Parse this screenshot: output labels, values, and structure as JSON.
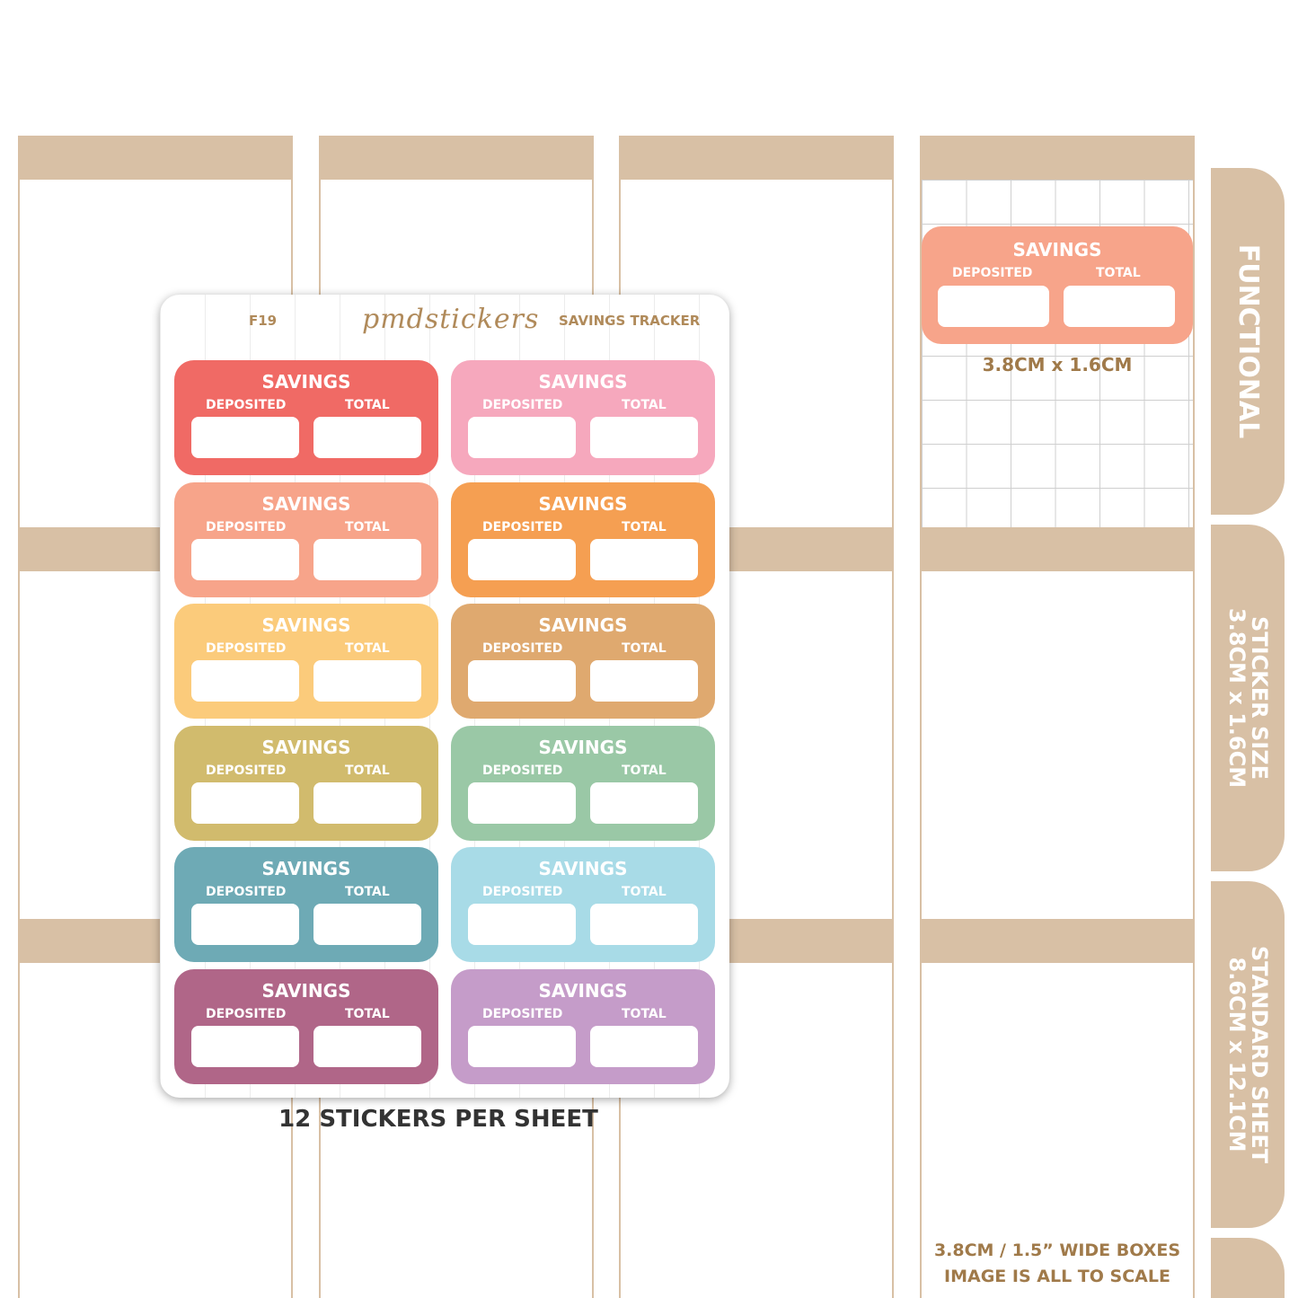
{
  "sheet": {
    "code": "F19",
    "brand": "pmdstickers",
    "title": "SAVINGS TRACKER",
    "caption": "12 STICKERS PER SHEET"
  },
  "sticker_labels": {
    "title": "SAVINGS",
    "left": "DEPOSITED",
    "right": "TOTAL"
  },
  "sticker_colors": [
    "#f06a65",
    "#f6a8bd",
    "#f7a48a",
    "#f59f52",
    "#fbcb7b",
    "#dfa96f",
    "#d1bb6d",
    "#9ac8a6",
    "#6eaab5",
    "#a8dbe7",
    "#b06688",
    "#c59cc9"
  ],
  "sample": {
    "color": "#f7a48a",
    "size": "3.8CM x 1.6CM"
  },
  "tabs": [
    {
      "text": "FUNCTIONAL"
    },
    {
      "line1": "STICKER SIZE",
      "line2": "3.8CM x 1.6CM"
    },
    {
      "line1": "STANDARD SHEET",
      "line2": "8.6CM x 12.1CM"
    }
  ],
  "footer": {
    "line1": "3.8CM / 1.5” WIDE BOXES",
    "line2": "IMAGE IS ALL TO SCALE"
  },
  "colors": {
    "band": "#d8c0a5",
    "brown_text": "#a07a4a"
  }
}
